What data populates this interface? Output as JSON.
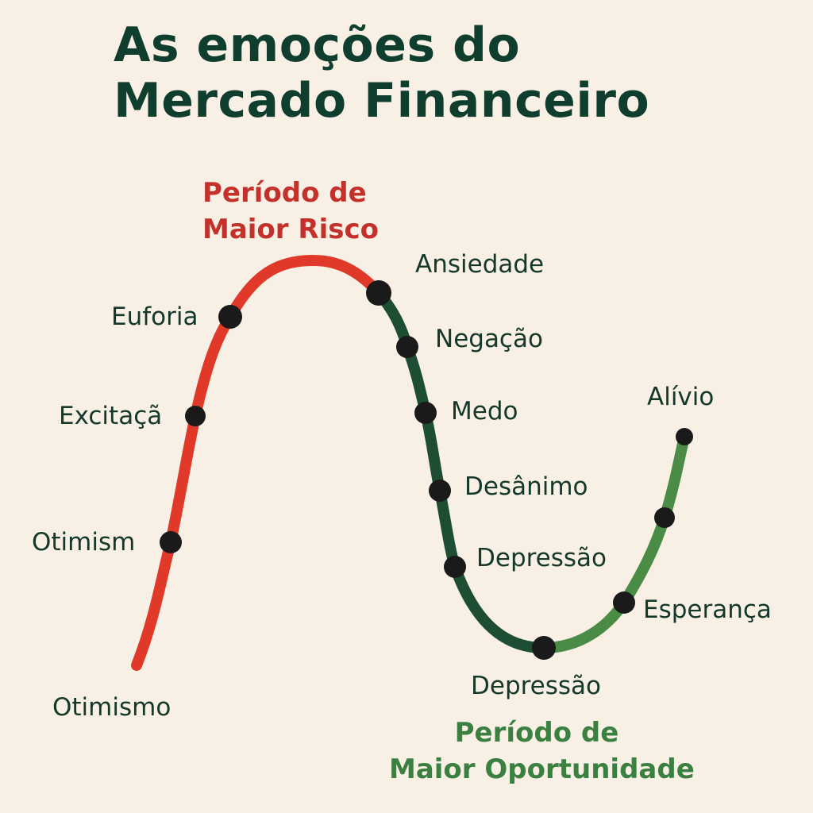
{
  "title": {
    "line1": "As emoções do",
    "line2": "Mercado Financeiro"
  },
  "zones": {
    "risk": {
      "line1": "Período de",
      "line2": "Maior Risco"
    },
    "opportunity": {
      "line1": "Período de",
      "line2": "Maior Oportunidade"
    }
  },
  "labels": {
    "start": "Otimismo",
    "otimism": "Otimism",
    "excitacao": "Excitaçã",
    "euforia": "Euforia",
    "ansiedade": "Ansiedade",
    "negacao": "Negação",
    "medo": "Medo",
    "desanimo": "Desânimo",
    "depressao1": "Depressão",
    "depressao2": "Depressão",
    "esperanca": "Esperança",
    "alivio": "Alívio"
  },
  "colors": {
    "background": "#f8efe5",
    "title": "#0f3d2e",
    "rising": "#e0392a",
    "falling": "#1d4d33",
    "recovery": "#4a8c45",
    "risk_label": "#c4302a",
    "opportunity_label": "#3a8040",
    "dot": "#1a1a1a"
  }
}
